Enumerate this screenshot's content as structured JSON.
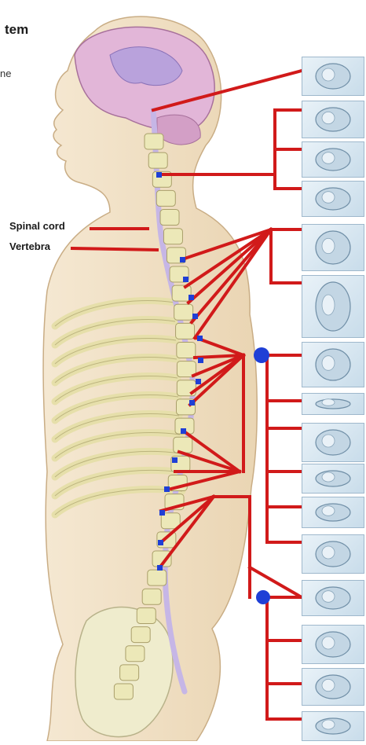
{
  "labels": {
    "title_fragment": "tem",
    "caption_fragment": "ne",
    "spinal_cord": "Spinal cord",
    "vertebra": "Vertebra"
  },
  "organs": [
    {
      "icon": "eye-icon"
    },
    {
      "icon": "salivary-gland-icon"
    },
    {
      "icon": "lacrimal-gland-icon"
    },
    {
      "icon": "bronchi-icon"
    },
    {
      "icon": "heart-icon"
    },
    {
      "icon": "lungs-icon"
    },
    {
      "icon": "stomach-icon"
    },
    {
      "icon": "intestine-segment-icon"
    },
    {
      "icon": "liver-icon"
    },
    {
      "icon": "pancreas-icon"
    },
    {
      "icon": "gallbladder-icon"
    },
    {
      "icon": "small-intestine-icon"
    },
    {
      "icon": "large-intestine-icon"
    },
    {
      "icon": "kidney-icon"
    },
    {
      "icon": "bladder-icon"
    },
    {
      "icon": "reproductive-organs-icon"
    }
  ],
  "colors": {
    "nerve": "#d11a1a",
    "ganglion": "#1f3fd6",
    "skin": "#f2e3c8",
    "skeleton": "#ece8b8",
    "brain": "#d8a8cf",
    "spinal_cord": "#c6b6e6",
    "organ_bg": "#d8e6f0"
  }
}
